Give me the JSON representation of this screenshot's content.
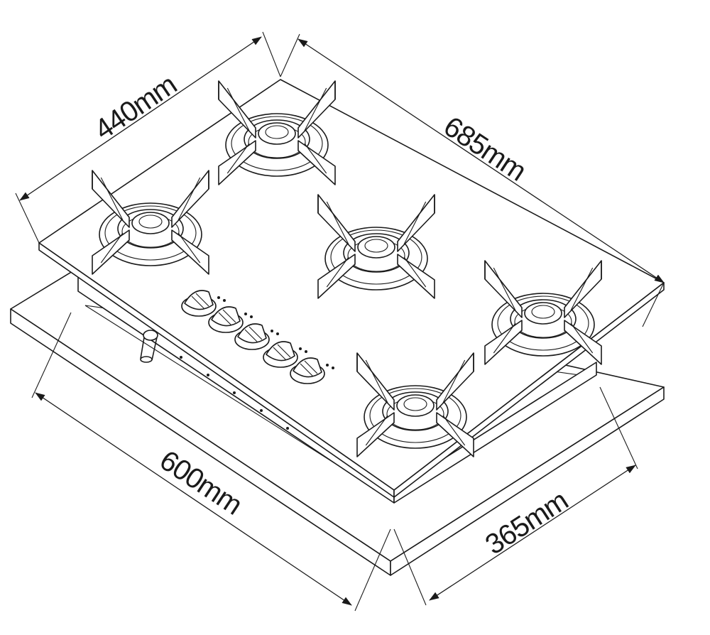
{
  "dimensions": {
    "depth_glass": "440mm",
    "width_glass": "685mm",
    "cutout_width": "600mm",
    "cutout_depth": "365mm"
  },
  "burner_count": 5,
  "knob_count": 5
}
